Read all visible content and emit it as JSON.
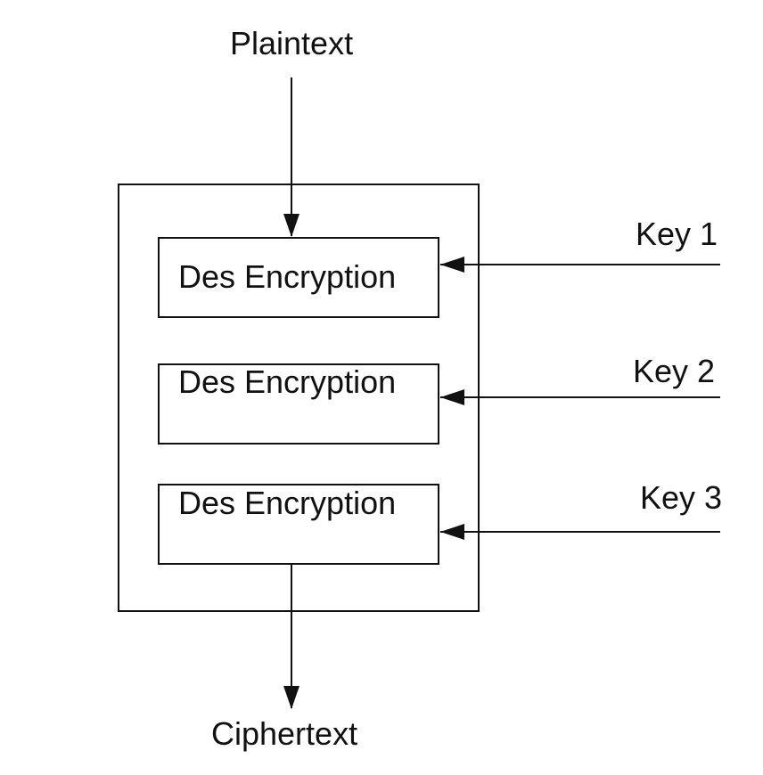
{
  "diagram": {
    "input_label": "Plaintext",
    "output_label": "Ciphertext",
    "stages": [
      {
        "label": "Des Encryption",
        "key": "Key 1"
      },
      {
        "label": "Des Encryption",
        "key": "Key 2"
      },
      {
        "label": "Des Encryption",
        "key": "Key 3"
      }
    ]
  },
  "colors": {
    "stroke": "#111111",
    "background": "#ffffff"
  }
}
